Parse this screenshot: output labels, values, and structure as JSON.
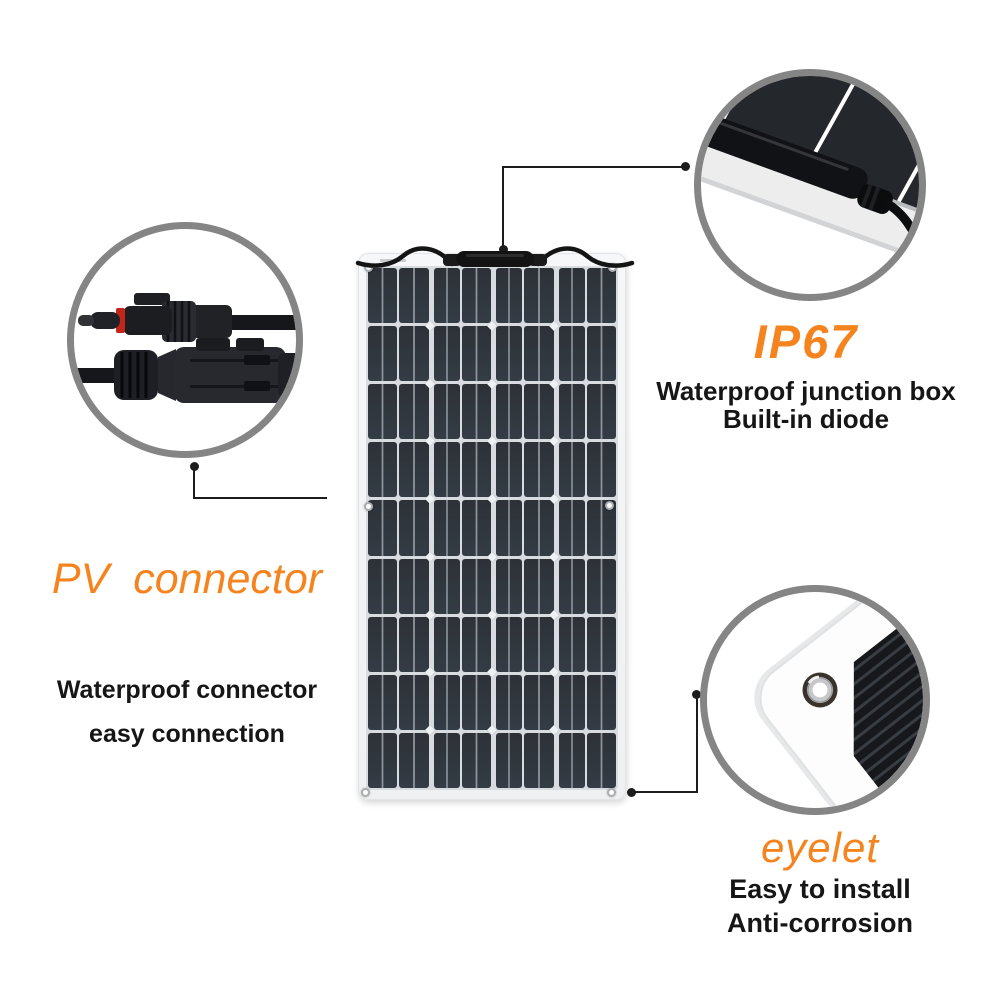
{
  "colors": {
    "accent": "#f5841e",
    "text": "#161616",
    "ring": "#858585",
    "line": "#1c1c1c"
  },
  "panel": {
    "rows": 9,
    "cols": 8,
    "col_groups": 4,
    "eyelet_count": 6
  },
  "callouts": {
    "junction_box": {
      "heading": "IP67",
      "line1": "Waterproof junction box",
      "line2": "Built-in diode"
    },
    "pv_connector": {
      "heading": "PV connector",
      "line1": "Waterproof connector",
      "line2": "easy connection"
    },
    "eyelet": {
      "heading": "eyelet",
      "line1": "Easy to install",
      "line2": "Anti-corrosion"
    }
  }
}
